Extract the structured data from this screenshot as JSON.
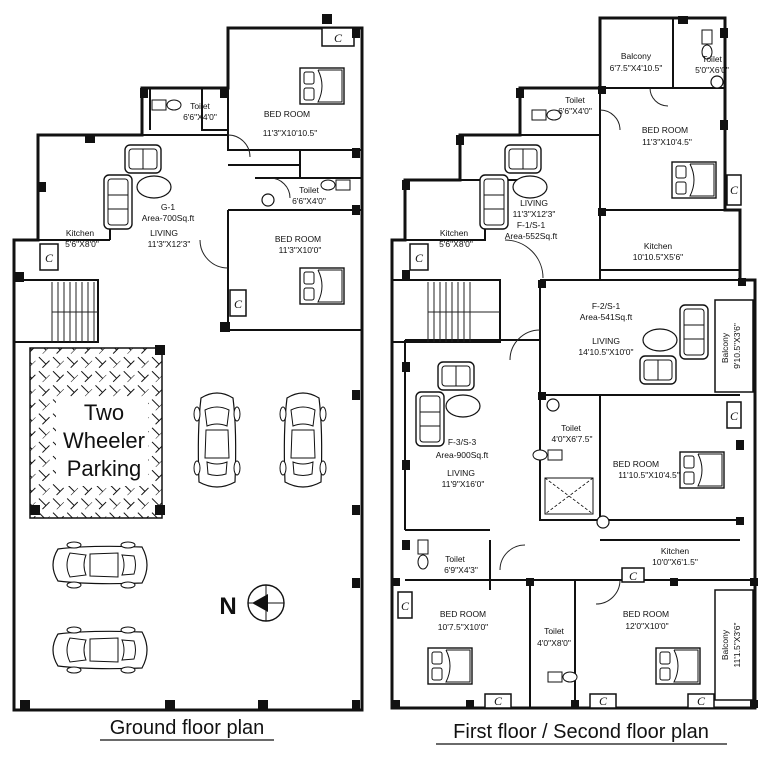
{
  "ground_floor": {
    "caption": "Ground floor plan",
    "unit": "G-1",
    "area": "Area-700Sq.ft",
    "living": {
      "name": "LIVING",
      "size": "11'3\"X12'3\""
    },
    "kitchen": {
      "name": "Kitchen",
      "size": "5'6\"X8'0\""
    },
    "bedroom1": {
      "name": "BED ROOM",
      "size": "11'3\"X10'10.5\""
    },
    "bedroom2": {
      "name": "BED ROOM",
      "size": "11'3\"X10'0\""
    },
    "toilet1": {
      "name": "Toilet",
      "size": "6'6\"X4'0\""
    },
    "toilet2": {
      "name": "Toilet",
      "size": "6'6\"X4'0\""
    },
    "parking": {
      "line1": "Two",
      "line2": "Wheeler",
      "line3": "Parking"
    },
    "north": "N",
    "cupboard": "C"
  },
  "upper_floor": {
    "caption": "First floor / Second floor plan",
    "s1": {
      "unit": "F-1/S-1",
      "area": "Area-552Sq.ft"
    },
    "s1_living": {
      "name": "LIVING",
      "size": "11'3\"X12'3\""
    },
    "s1_kitchen": {
      "name": "Kitchen",
      "size": "5'6\"X8'0\""
    },
    "s1_toilet_a": {
      "name": "Toilet",
      "size": "6'6\"X4'0\""
    },
    "s1_balcony": {
      "name": "Balcony",
      "size": "6'7.5\"X4'10.5\""
    },
    "s1_toilet_b": {
      "name": "Toilet",
      "size": "5'0\"X6'0\""
    },
    "s1_bedroom": {
      "name": "BED ROOM",
      "size": "11'3\"X10'4.5\""
    },
    "s2_kitchen": {
      "name": "Kitchen",
      "size": "10'10.5\"X5'6\""
    },
    "s2": {
      "unit": "F-2/S-1",
      "area": "Area-541Sq.ft"
    },
    "s2_living": {
      "name": "LIVING",
      "size": "14'10.5\"X10'0\""
    },
    "s2_balcony": {
      "name": "Balcony",
      "size": "9'10.5\"X3'6\""
    },
    "s2_toilet": {
      "name": "Toilet",
      "size": "4'0\"X6'7.5\""
    },
    "s2_bedroom": {
      "name": "BED ROOM",
      "size": "11'10.5\"X10'4.5\""
    },
    "s3": {
      "unit": "F-3/S-3",
      "area": "Area-900Sq.ft"
    },
    "s3_living": {
      "name": "LIVING",
      "size": "11'9\"X16'0\""
    },
    "s3_kitchen": {
      "name": "Kitchen",
      "size": "10'0\"X6'1.5\""
    },
    "s3_toilet_a": {
      "name": "Toilet",
      "size": "6'9\"X4'3\""
    },
    "s3_bedroom_a": {
      "name": "BED ROOM",
      "size": "10'7.5\"X10'0\""
    },
    "s3_toilet_b": {
      "name": "Toilet",
      "size": "4'0\"X8'0\""
    },
    "s3_bedroom_b": {
      "name": "BED ROOM",
      "size": "12'0\"X10'0\""
    },
    "s3_balcony": {
      "name": "Balcony",
      "size": "11'1.5\"X3'6\""
    }
  }
}
